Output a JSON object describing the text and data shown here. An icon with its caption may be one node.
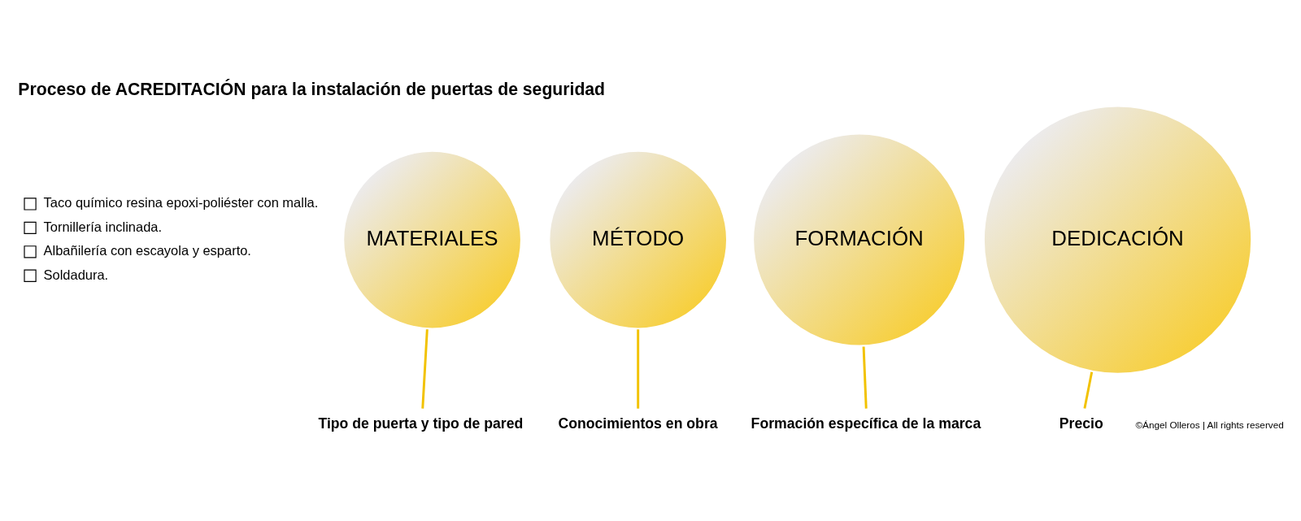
{
  "diagram": {
    "title": "Proceso de ACREDITACIÓN para la instalación de puertas de seguridad",
    "nodes": [
      {
        "text": [
          "MATERIALES"
        ]
      },
      {
        "text": [
          "MÉTODO"
        ]
      },
      {
        "text": [
          "FORMACIÓN"
        ]
      },
      {
        "text": [
          "DEDICACIÓN"
        ]
      },
      {
        "text": [
          "Tipo de puerta y tipo de pared"
        ]
      },
      {
        "text": [
          "Conocimientos en obra"
        ]
      },
      {
        "text": [
          "Formación específica de la marca"
        ]
      },
      {
        "text": [
          "Precio"
        ]
      }
    ],
    "edges": [
      {
        "from": 0,
        "to": 4,
        "arrow": "none",
        "color": "#f2c200"
      },
      {
        "from": 1,
        "to": 5,
        "arrow": "none",
        "color": "#f2c200"
      },
      {
        "from": 2,
        "to": 6,
        "arrow": "none",
        "color": "#f2c200"
      },
      {
        "from": 3,
        "to": 7,
        "arrow": "none",
        "color": "#f2c200"
      }
    ],
    "labels": [
      "Taco químico resina epoxi-poliéster con malla.",
      "Tornillería inclinada.",
      "Albañilería con escayola y esparto.",
      "Soldadura.",
      "©Ángel Olleros | All rights reserved"
    ]
  }
}
